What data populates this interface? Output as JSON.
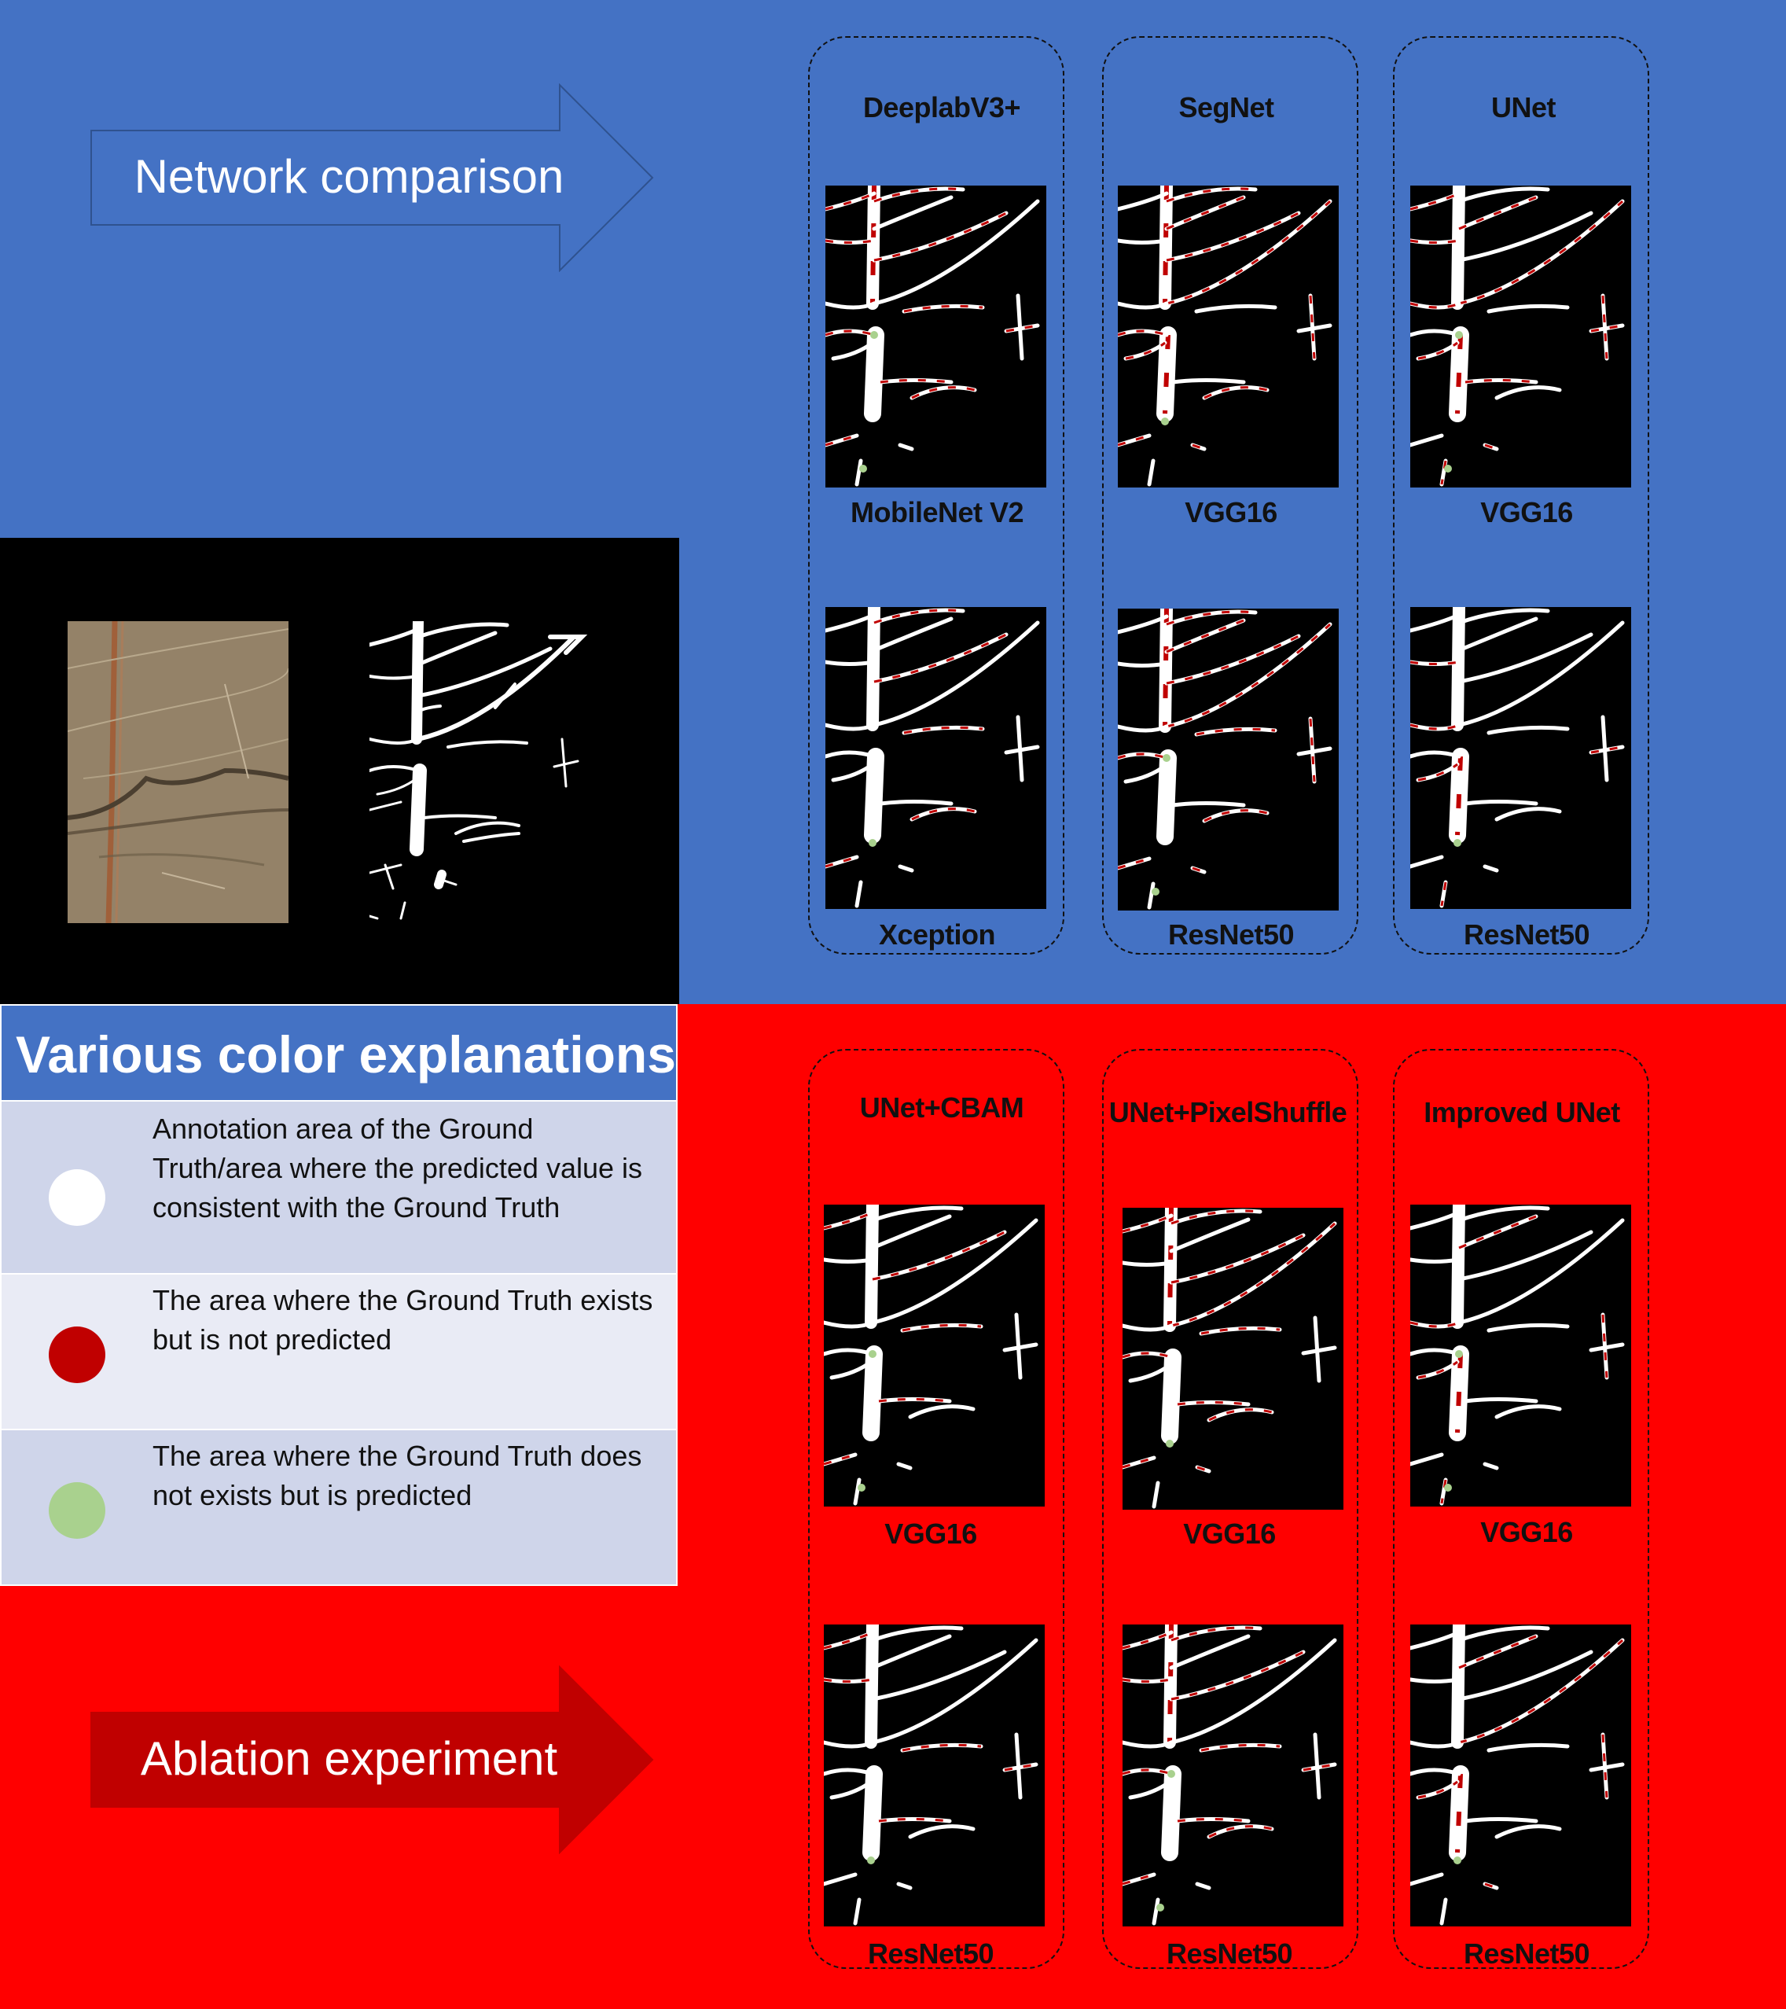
{
  "arrows": {
    "network_comparison": "Network comparison",
    "ablation_experiment": "Ablation experiment"
  },
  "colors": {
    "top_background": "#4472c4",
    "bottom_background": "#ff0000",
    "ground_truth_white": "#ffffff",
    "missed_red": "#c00000",
    "false_positive_green": "#a9d18e"
  },
  "network_comparison": [
    {
      "model": "DeeplabV3+",
      "backbones": [
        "MobileNet V2",
        "Xception"
      ]
    },
    {
      "model": "SegNet",
      "backbones": [
        "VGG16",
        "ResNet50"
      ]
    },
    {
      "model": "UNet",
      "backbones": [
        "VGG16",
        "ResNet50"
      ]
    }
  ],
  "ablation_experiment": [
    {
      "model": "UNet+CBAM",
      "backbones": [
        "VGG16",
        "ResNet50"
      ]
    },
    {
      "model": "UNet+PixelShuffle",
      "backbones": [
        "VGG16",
        "ResNet50"
      ]
    },
    {
      "model": "Improved UNet",
      "backbones": [
        "VGG16",
        "ResNet50"
      ]
    }
  ],
  "legend": {
    "title": "Various color explanations",
    "items": [
      {
        "color_name": "white",
        "text": "Annotation area of the Ground Truth/area where the predicted value is consistent with the Ground Truth"
      },
      {
        "color_name": "red",
        "text": "The area where the Ground Truth exists but is not predicted"
      },
      {
        "color_name": "light-green",
        "text": "The area where the Ground Truth does not exists but is predicted"
      }
    ]
  }
}
